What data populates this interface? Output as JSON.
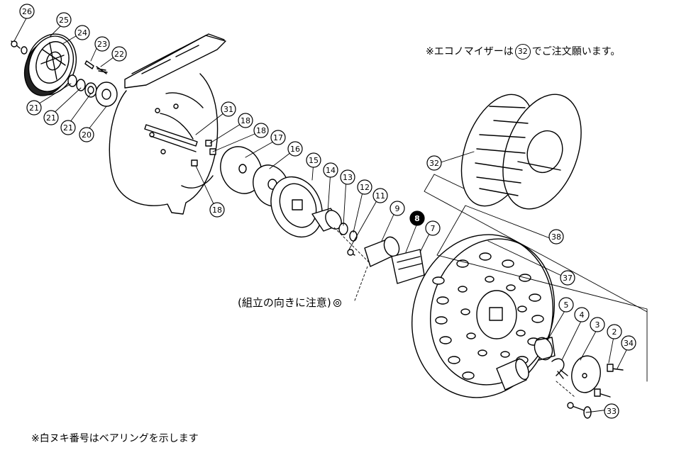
{
  "notes": {
    "economizer_prefix": "※エコノマイザーは",
    "economizer_ref": "32",
    "economizer_suffix": "でご注文願います。",
    "bearing": "※白ヌキ番号はベアリングを示します",
    "assembly": "(組立の向きに注意)"
  },
  "callouts": [
    {
      "num": "26",
      "style": "normal"
    },
    {
      "num": "25",
      "style": "normal"
    },
    {
      "num": "24",
      "style": "normal"
    },
    {
      "num": "23",
      "style": "normal"
    },
    {
      "num": "22",
      "style": "normal"
    },
    {
      "num": "21",
      "style": "normal"
    },
    {
      "num": "21",
      "style": "normal"
    },
    {
      "num": "21",
      "style": "normal"
    },
    {
      "num": "20",
      "style": "normal"
    },
    {
      "num": "31",
      "style": "normal"
    },
    {
      "num": "18",
      "style": "normal"
    },
    {
      "num": "18",
      "style": "normal"
    },
    {
      "num": "17",
      "style": "normal"
    },
    {
      "num": "16",
      "style": "normal"
    },
    {
      "num": "15",
      "style": "normal"
    },
    {
      "num": "14",
      "style": "normal"
    },
    {
      "num": "13",
      "style": "normal"
    },
    {
      "num": "12",
      "style": "normal"
    },
    {
      "num": "11",
      "style": "normal"
    },
    {
      "num": "9",
      "style": "normal"
    },
    {
      "num": "8",
      "style": "bearing"
    },
    {
      "num": "7",
      "style": "normal"
    },
    {
      "num": "18",
      "style": "normal"
    },
    {
      "num": "32",
      "style": "normal"
    },
    {
      "num": "38",
      "style": "normal"
    },
    {
      "num": "37",
      "style": "normal"
    },
    {
      "num": "5",
      "style": "normal"
    },
    {
      "num": "4",
      "style": "normal"
    },
    {
      "num": "3",
      "style": "normal"
    },
    {
      "num": "2",
      "style": "normal"
    },
    {
      "num": "34",
      "style": "normal"
    },
    {
      "num": "33",
      "style": "normal"
    }
  ],
  "colors": {
    "ink": "#000000",
    "paper": "#ffffff",
    "bearing_fill": "#000000"
  }
}
